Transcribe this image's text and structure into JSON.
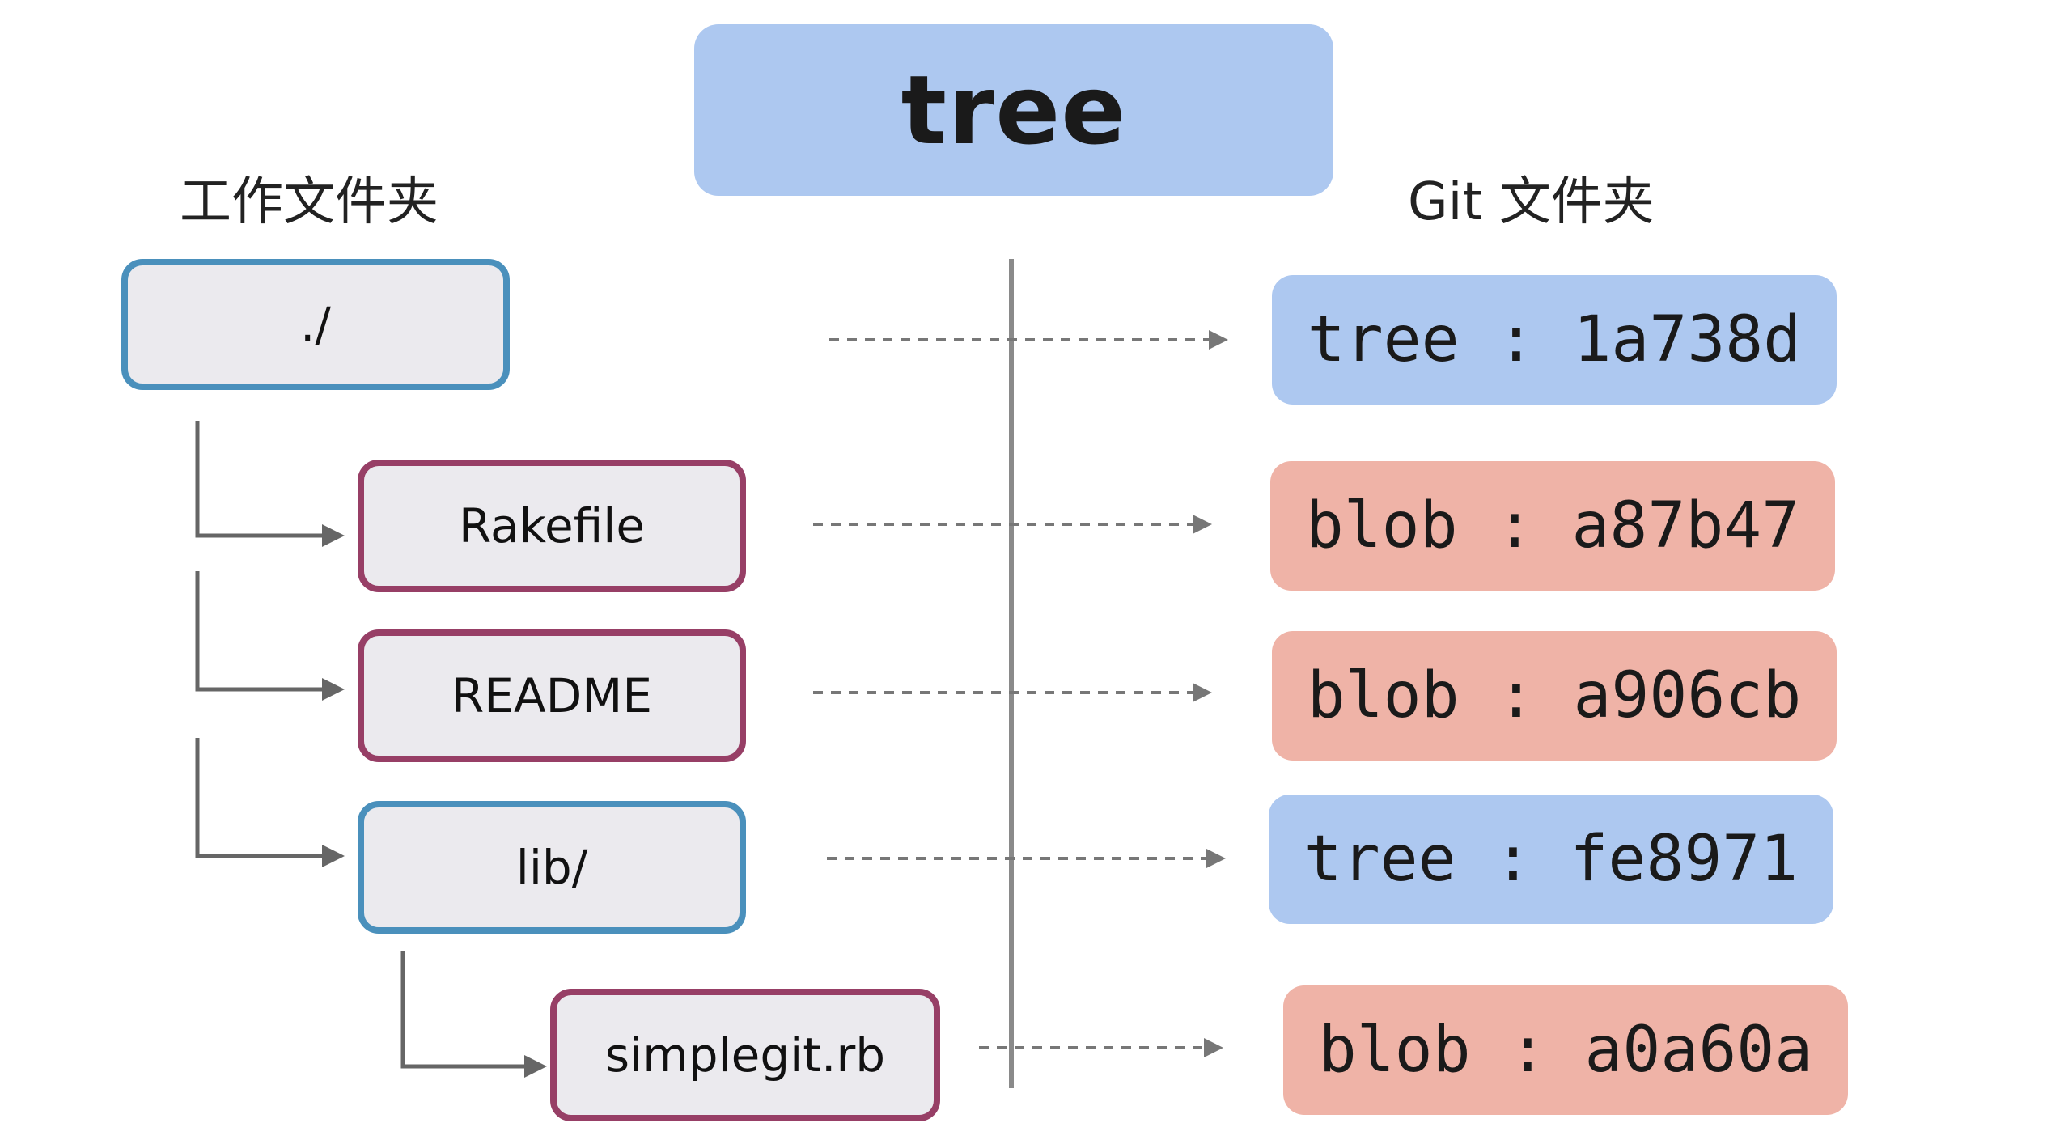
{
  "title": "tree",
  "headers": {
    "working_dir": "工作文件夹",
    "git_dir": "Git 文件夹"
  },
  "nodes": [
    {
      "label": "./",
      "kind": "dir"
    },
    {
      "label": "Rakefile",
      "kind": "file"
    },
    {
      "label": "README",
      "kind": "file"
    },
    {
      "label": "lib/",
      "kind": "dir"
    },
    {
      "label": "simplegit.rb",
      "kind": "file"
    }
  ],
  "objects": [
    {
      "label": "tree : 1a738d",
      "type": "tree"
    },
    {
      "label": "blob : a87b47",
      "type": "blob"
    },
    {
      "label": "blob : a906cb",
      "type": "blob"
    },
    {
      "label": "tree : fe8971",
      "type": "tree"
    },
    {
      "label": "blob : a0a60a",
      "type": "blob"
    }
  ],
  "colors": {
    "tree_fill": "#adc8f0",
    "blob_fill": "#efb3a7",
    "dir_border": "#4a90bc",
    "file_border": "#973f66",
    "node_fill": "#ebeaee",
    "line": "#666666"
  }
}
